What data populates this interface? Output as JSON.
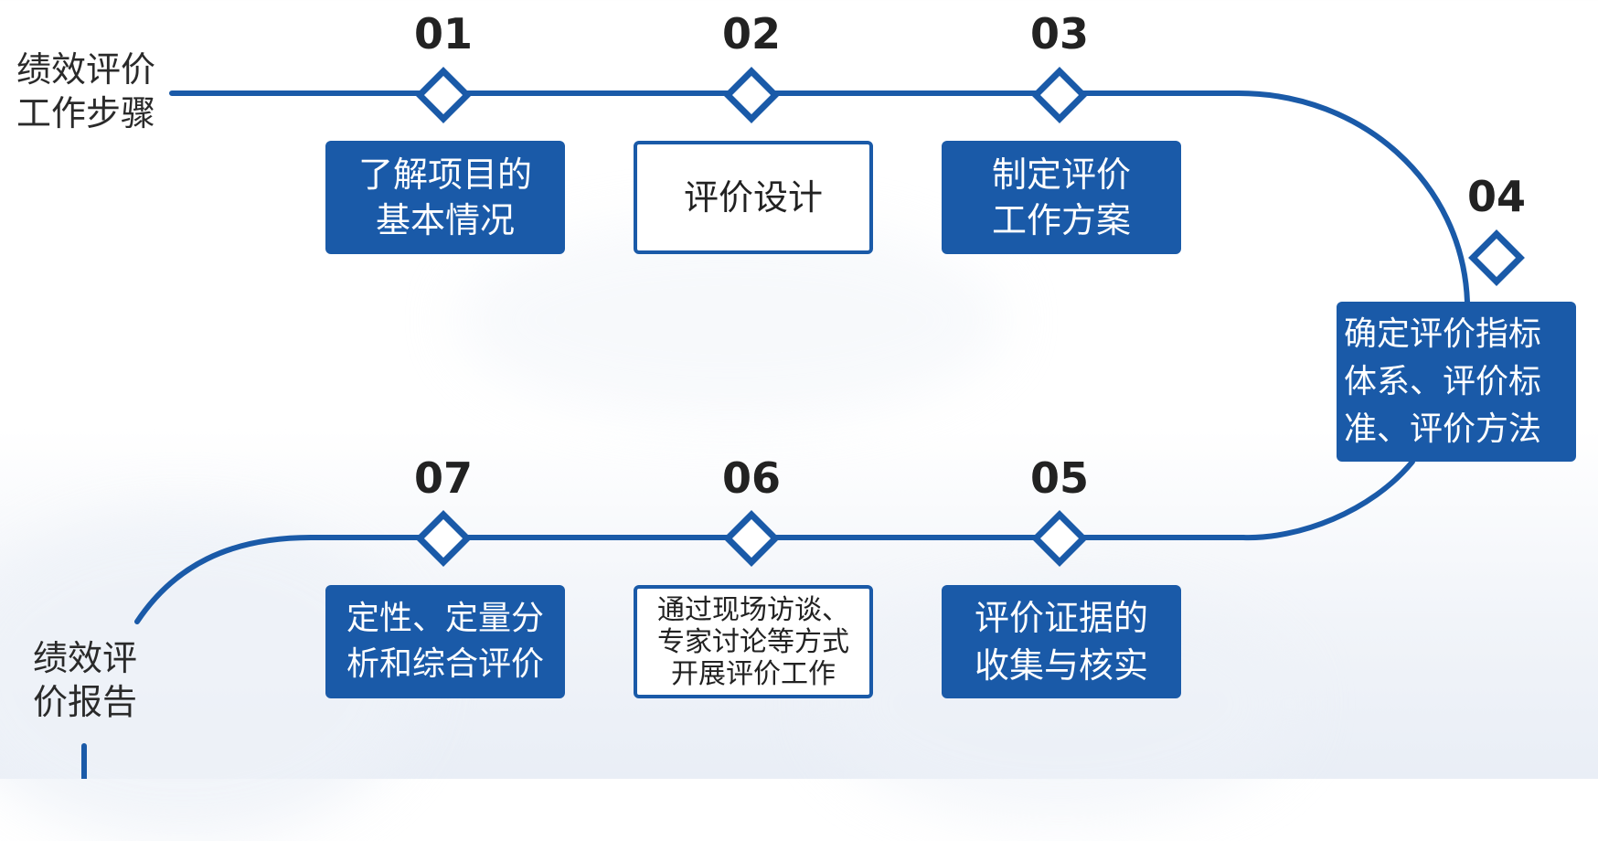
{
  "diagram": {
    "title_top": "绩效评价工作步骤",
    "title_bottom": "绩效评价报告",
    "colors": {
      "primary": "#1a5aa8",
      "text": "#222222"
    },
    "steps": [
      {
        "num": "01",
        "text": "了解项目的基本情况",
        "style": "filled"
      },
      {
        "num": "02",
        "text": "评价设计",
        "style": "outline"
      },
      {
        "num": "03",
        "text": "制定评价工作方案",
        "style": "filled"
      },
      {
        "num": "04",
        "text": "确定评价指标体系、评价标准、评价方法",
        "style": "filled"
      },
      {
        "num": "05",
        "text": "评价证据的收集与核实",
        "style": "filled"
      },
      {
        "num": "06",
        "text": "通过现场访谈、专家讨论等方式开展评价工作",
        "style": "outline"
      },
      {
        "num": "07",
        "text": "定性、定量分析和综合评价",
        "style": "filled"
      }
    ]
  }
}
